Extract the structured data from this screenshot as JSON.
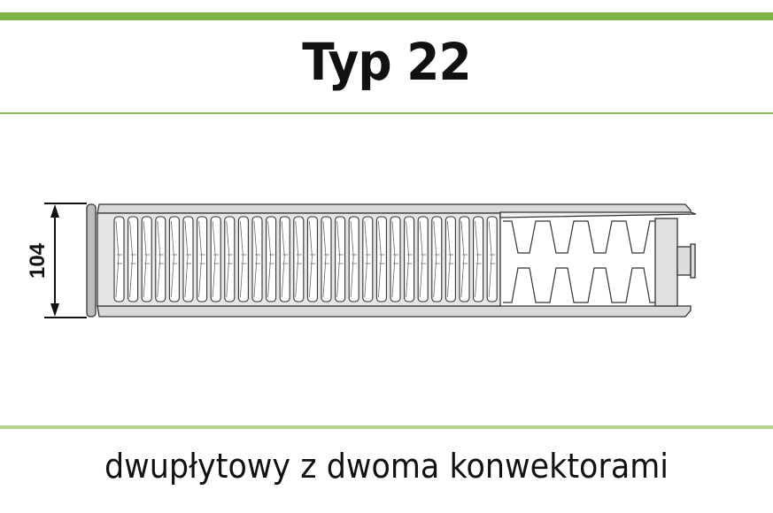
{
  "title": "Typ 22",
  "dimension_label": "104",
  "caption": "dwupłytowy z dwoma konwektorami",
  "colors": {
    "accent_green": "#7db343",
    "light_green": "#b5d38e",
    "panel_gray": "#d9d9d9",
    "outline": "#333333"
  }
}
